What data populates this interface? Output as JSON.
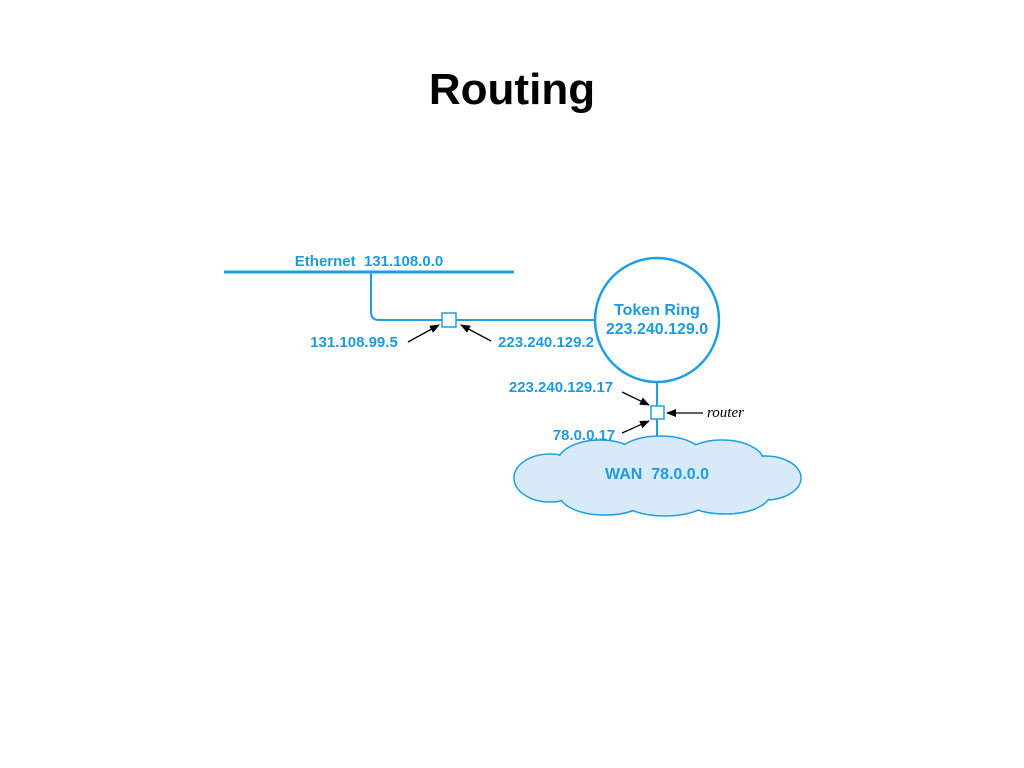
{
  "slide": {
    "title": "Routing"
  },
  "diagram": {
    "ethernet": {
      "label": "Ethernet  131.108.0.0"
    },
    "token_ring": {
      "name": "Token Ring",
      "address": "223.240.129.0"
    },
    "wan": {
      "label": "WAN  78.0.0.0"
    },
    "router_label": "router",
    "interfaces": {
      "router1_ethernet": "131.108.99.5",
      "router1_token_ring": "223.240.129.2",
      "router2_token_ring": "223.240.129.17",
      "router2_wan": "78.0.0.17"
    }
  },
  "colors": {
    "network": "#1e9fe3",
    "label_text": "#1d9be0",
    "cloud_fill": "#d8eaf8",
    "arrow": "#000000"
  }
}
